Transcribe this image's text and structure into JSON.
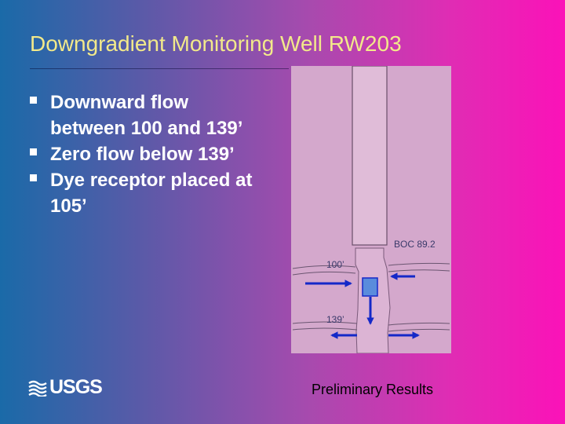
{
  "slide": {
    "title": "Downgradient Monitoring Well RW203",
    "bullets": [
      "Downward flow between 100 and 139’",
      "Zero flow below 139’",
      "Dye receptor placed at 105’"
    ],
    "footer_note": "Preliminary Results"
  },
  "diagram": {
    "boc_label": "BOC 89.2",
    "depth_top_label": "100’",
    "depth_bottom_label": "139’",
    "panel_color": "#d4a8cc",
    "arrow_color": "#1428c8"
  },
  "logo": {
    "text": "USGS"
  }
}
